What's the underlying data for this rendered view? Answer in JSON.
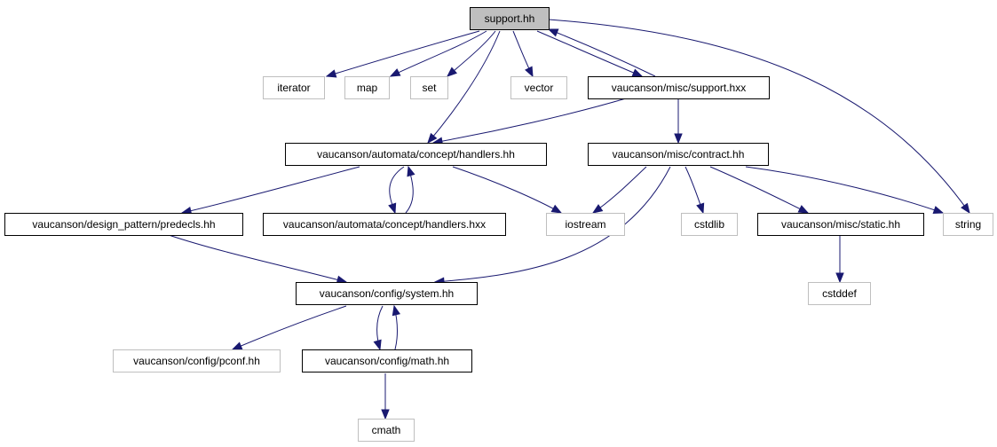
{
  "diagram": {
    "type": "include-dependency-graph",
    "colors": {
      "edge": "#191970",
      "main_node_fill": "#bfbfbf",
      "external_node_border": "#bfbfbf",
      "local_node_border": "#000000"
    },
    "nodes": [
      {
        "id": "support_hh",
        "label": "support.hh",
        "kind": "main"
      },
      {
        "id": "iterator",
        "label": "iterator",
        "kind": "external"
      },
      {
        "id": "map",
        "label": "map",
        "kind": "external"
      },
      {
        "id": "set",
        "label": "set",
        "kind": "external"
      },
      {
        "id": "vector",
        "label": "vector",
        "kind": "external"
      },
      {
        "id": "misc_support_hxx",
        "label": "vaucanson/misc/support.hxx",
        "kind": "local"
      },
      {
        "id": "handlers_hh",
        "label": "vaucanson/automata/concept/handlers.hh",
        "kind": "local"
      },
      {
        "id": "contract_hh",
        "label": "vaucanson/misc/contract.hh",
        "kind": "local"
      },
      {
        "id": "predecls_hh",
        "label": "vaucanson/design_pattern/predecls.hh",
        "kind": "local"
      },
      {
        "id": "handlers_hxx",
        "label": "vaucanson/automata/concept/handlers.hxx",
        "kind": "local"
      },
      {
        "id": "iostream",
        "label": "iostream",
        "kind": "external"
      },
      {
        "id": "cstdlib",
        "label": "cstdlib",
        "kind": "external"
      },
      {
        "id": "static_hh",
        "label": "vaucanson/misc/static.hh",
        "kind": "local"
      },
      {
        "id": "string",
        "label": "string",
        "kind": "external"
      },
      {
        "id": "cstddef",
        "label": "cstddef",
        "kind": "external"
      },
      {
        "id": "system_hh",
        "label": "vaucanson/config/system.hh",
        "kind": "local"
      },
      {
        "id": "pconf_hh",
        "label": "vaucanson/config/pconf.hh",
        "kind": "external"
      },
      {
        "id": "math_hh",
        "label": "vaucanson/config/math.hh",
        "kind": "local"
      },
      {
        "id": "cmath",
        "label": "cmath",
        "kind": "external"
      }
    ],
    "edges": [
      {
        "from": "support_hh",
        "to": "iterator"
      },
      {
        "from": "support_hh",
        "to": "map"
      },
      {
        "from": "support_hh",
        "to": "set"
      },
      {
        "from": "support_hh",
        "to": "vector"
      },
      {
        "from": "support_hh",
        "to": "misc_support_hxx"
      },
      {
        "from": "support_hh",
        "to": "handlers_hh"
      },
      {
        "from": "support_hh",
        "to": "string"
      },
      {
        "from": "misc_support_hxx",
        "to": "support_hh"
      },
      {
        "from": "misc_support_hxx",
        "to": "handlers_hh"
      },
      {
        "from": "misc_support_hxx",
        "to": "contract_hh"
      },
      {
        "from": "handlers_hh",
        "to": "predecls_hh"
      },
      {
        "from": "handlers_hh",
        "to": "handlers_hxx"
      },
      {
        "from": "handlers_hh",
        "to": "iostream"
      },
      {
        "from": "handlers_hxx",
        "to": "handlers_hh"
      },
      {
        "from": "contract_hh",
        "to": "iostream"
      },
      {
        "from": "contract_hh",
        "to": "cstdlib"
      },
      {
        "from": "contract_hh",
        "to": "static_hh"
      },
      {
        "from": "contract_hh",
        "to": "string"
      },
      {
        "from": "contract_hh",
        "to": "system_hh"
      },
      {
        "from": "static_hh",
        "to": "cstddef"
      },
      {
        "from": "predecls_hh",
        "to": "system_hh"
      },
      {
        "from": "system_hh",
        "to": "pconf_hh"
      },
      {
        "from": "system_hh",
        "to": "math_hh"
      },
      {
        "from": "math_hh",
        "to": "system_hh"
      },
      {
        "from": "math_hh",
        "to": "cmath"
      }
    ]
  }
}
